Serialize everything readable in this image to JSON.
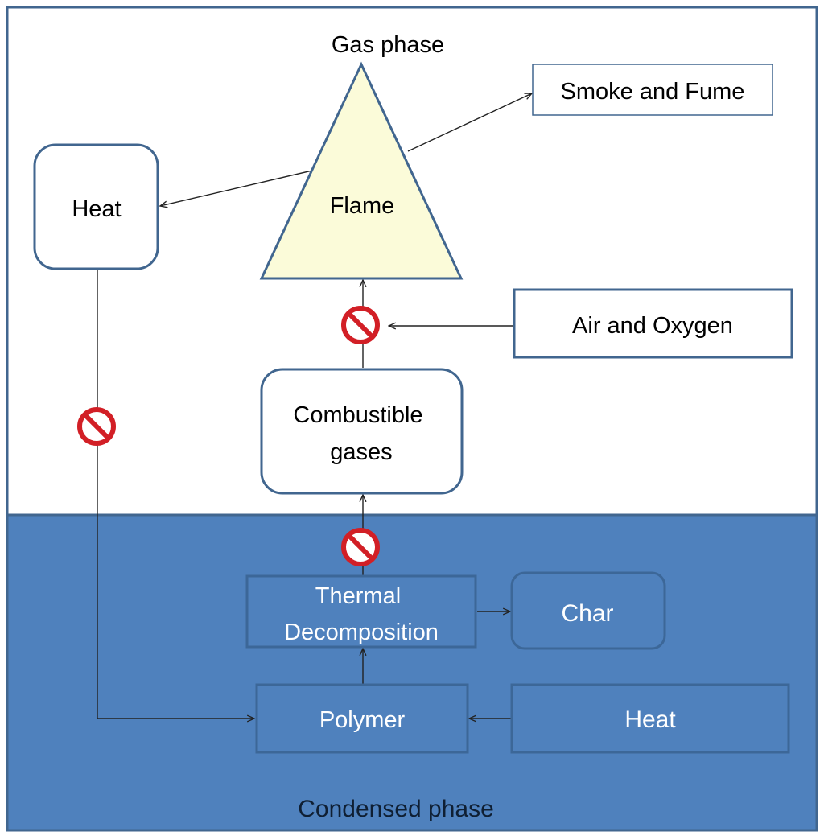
{
  "gas_phase_label": "Gas phase",
  "condensed_phase_label": "Condensed phase",
  "nodes": {
    "flame": "Flame",
    "smoke": "Smoke and Fume",
    "heat_gas": "Heat",
    "air": "Air and Oxygen",
    "combustible": [
      "Combustible",
      "gases"
    ],
    "thermal": [
      "Thermal",
      "Decomposition"
    ],
    "char": "Char",
    "polymer": "Polymer",
    "heat_condensed": "Heat"
  },
  "colors": {
    "border": "#41668f",
    "condensed_bg": "#4f81bd",
    "box_border_light": "#41668f",
    "box_border_dark": "#3c6798",
    "flame_fill": "#fbfbd9",
    "block_icon_red": "#d21f26",
    "text_dark": "#000000",
    "text_light": "#ffffff",
    "condensed_label": "#0f1f33"
  },
  "icons": [
    "prohibited-icon",
    "prohibited-icon",
    "prohibited-icon"
  ]
}
